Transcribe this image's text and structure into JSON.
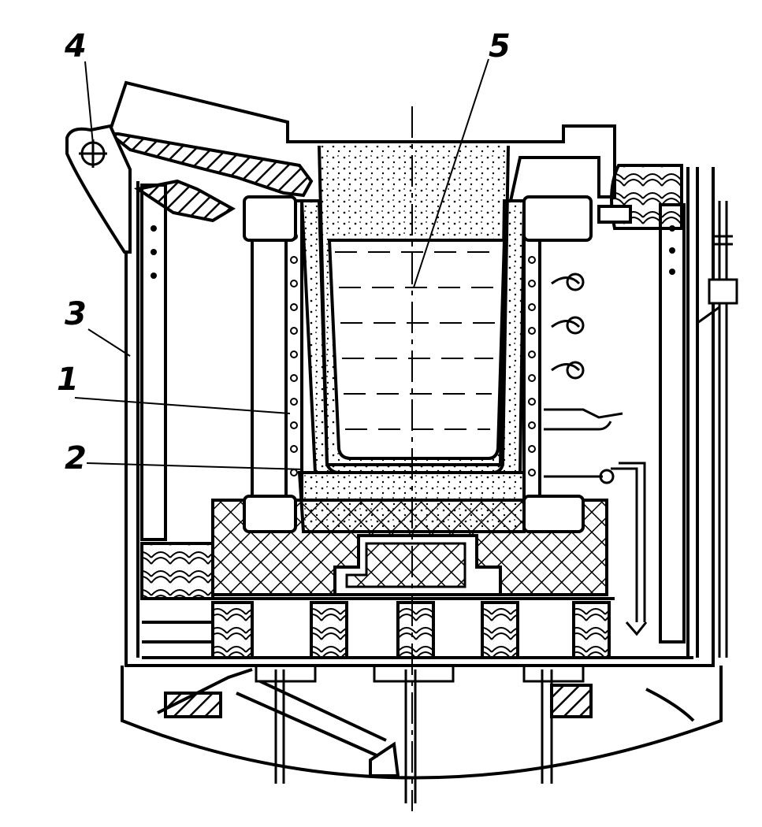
{
  "diagram": {
    "callouts": [
      {
        "id": "1",
        "text": "1"
      },
      {
        "id": "2",
        "text": "2"
      },
      {
        "id": "3",
        "text": "3"
      },
      {
        "id": "4",
        "text": "4"
      },
      {
        "id": "5",
        "text": "5"
      }
    ],
    "colors": {
      "ink": "#000000",
      "paper": "#ffffff"
    }
  }
}
